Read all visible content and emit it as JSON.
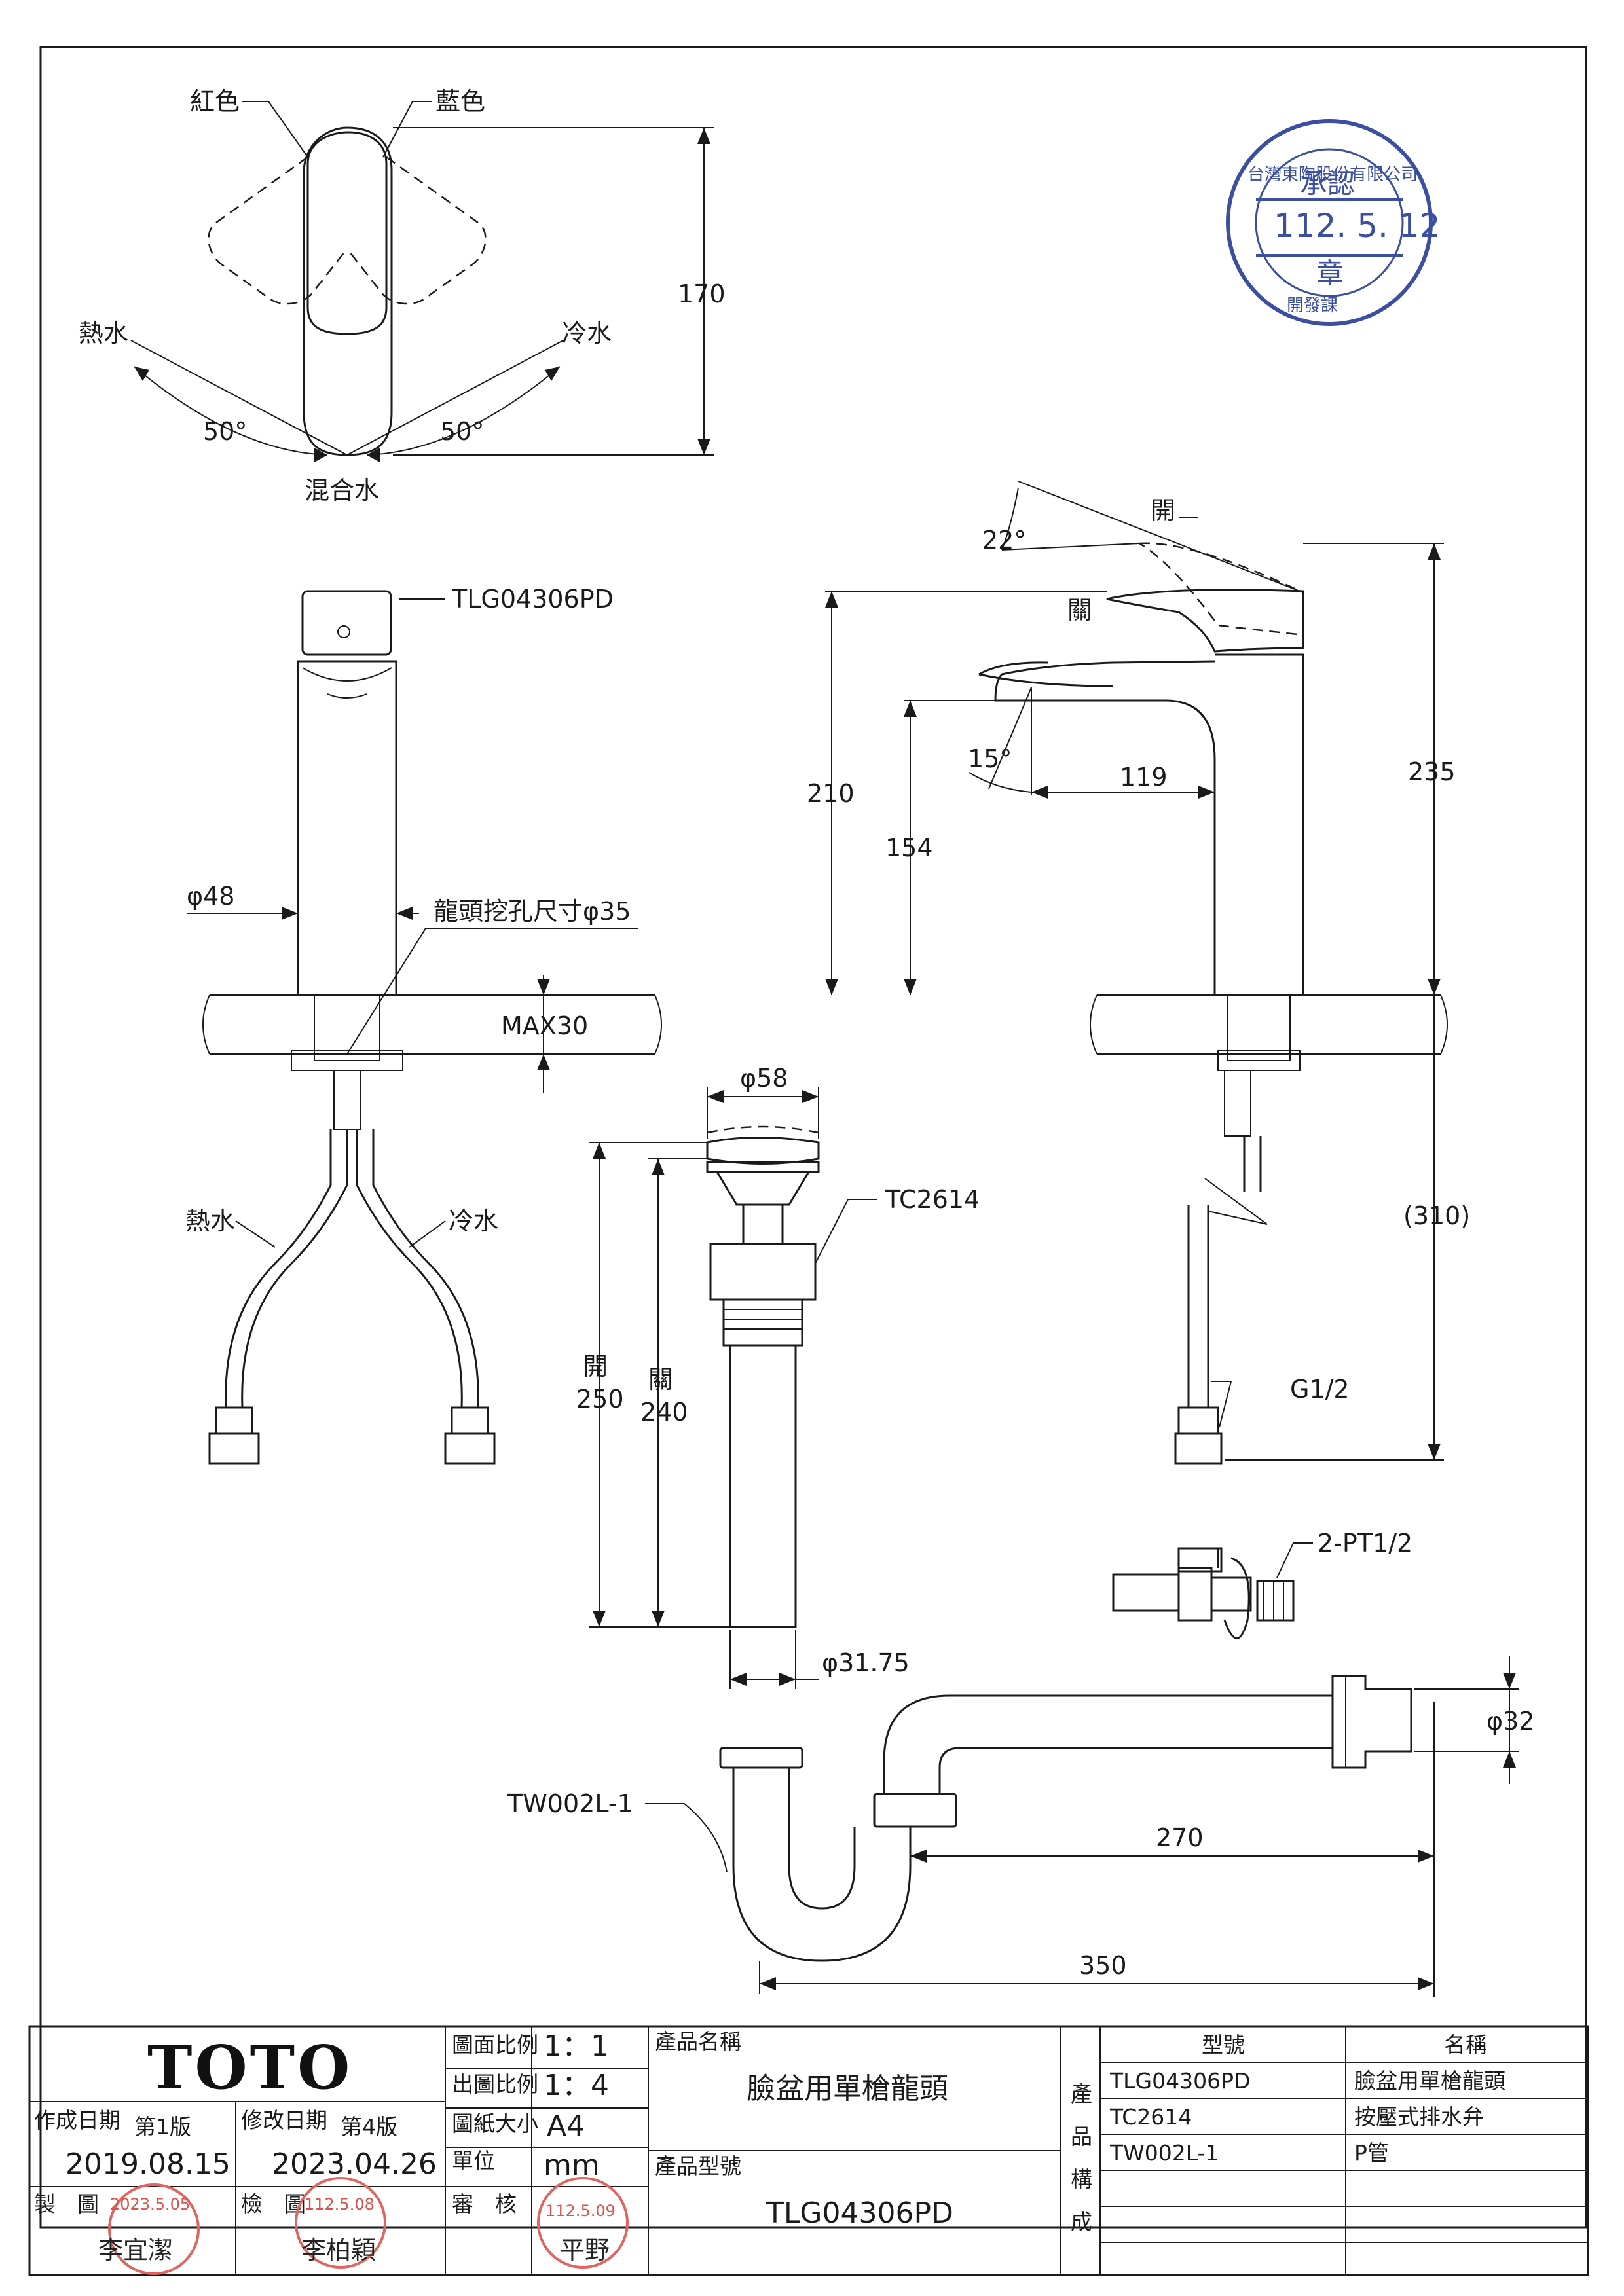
{
  "top_view": {
    "red_label": "紅色",
    "blue_label": "藍色",
    "hot_label": "熱水",
    "cold_label": "冷水",
    "angle_left": "50°",
    "angle_right": "50°",
    "mix_label": "混合水",
    "height": "170"
  },
  "front_view": {
    "model_callout": "TLG04306PD",
    "diameter": "φ48",
    "hole_callout": "龍頭挖孔尺寸φ35",
    "max_thickness": "MAX30",
    "hot_label": "熱水",
    "cold_label": "冷水"
  },
  "side_view": {
    "open_label": "開",
    "close_label": "關",
    "lever_angle": "22°",
    "spout_angle": "15°",
    "reach": "119",
    "height_210": "210",
    "height_154": "154",
    "height_235": "235",
    "hose_length": "(310)",
    "thread": "G1/2"
  },
  "drain_view": {
    "diameter_top": "φ58",
    "model_callout": "TC2614",
    "open_label": "開",
    "open_value": "250",
    "close_label": "關",
    "close_value": "240",
    "pipe_diameter": "φ31.75"
  },
  "valve_view": {
    "callout": "2-PT1/2"
  },
  "trap_view": {
    "model_callout": "TW002L-1",
    "diameter": "φ32",
    "length_270": "270",
    "length_350": "350"
  },
  "approval_stamp": {
    "company": "台灣東陶股份有限公司",
    "title": "承認",
    "date": "112. 5. 12",
    "seal": "章",
    "dept": "開發課"
  },
  "title_block": {
    "logo": "TOTO",
    "created_label": "作成日期",
    "created_version": "第1版",
    "created_date": "2019.08.15",
    "revised_label": "修改日期",
    "revised_version": "第4版",
    "revised_date": "2023.04.26",
    "drawn_label": "製　圖",
    "drawn_name": "李宜潔",
    "drawn_stamp_date": "2023.5.05",
    "checked_label": "檢　圖",
    "checked_name": "李柏穎",
    "checked_stamp_date": "112.5.08",
    "approved_label": "審　核",
    "approved_name": "平野",
    "approved_stamp_date": "112.5.09",
    "scale_label": "圖面比例",
    "scale_value": "1：1",
    "print_scale_label": "出圖比例",
    "print_scale_value": "1：4",
    "paper_label": "圖紙大小",
    "paper_value": "A4",
    "unit_label": "單位",
    "unit_value": "mm",
    "product_name_label": "產品名稱",
    "product_name": "臉盆用單槍龍頭",
    "product_model_label": "產品型號",
    "product_model": "TLG04306PD",
    "composition_label": [
      "產",
      "品",
      "構",
      "成"
    ],
    "table_header_model": "型號",
    "table_header_name": "名稱",
    "parts": [
      {
        "model": "TLG04306PD",
        "name": "臉盆用單槍龍頭"
      },
      {
        "model": "TC2614",
        "name": "按壓式排水弁"
      },
      {
        "model": "TW002L-1",
        "name": "P管"
      }
    ]
  }
}
